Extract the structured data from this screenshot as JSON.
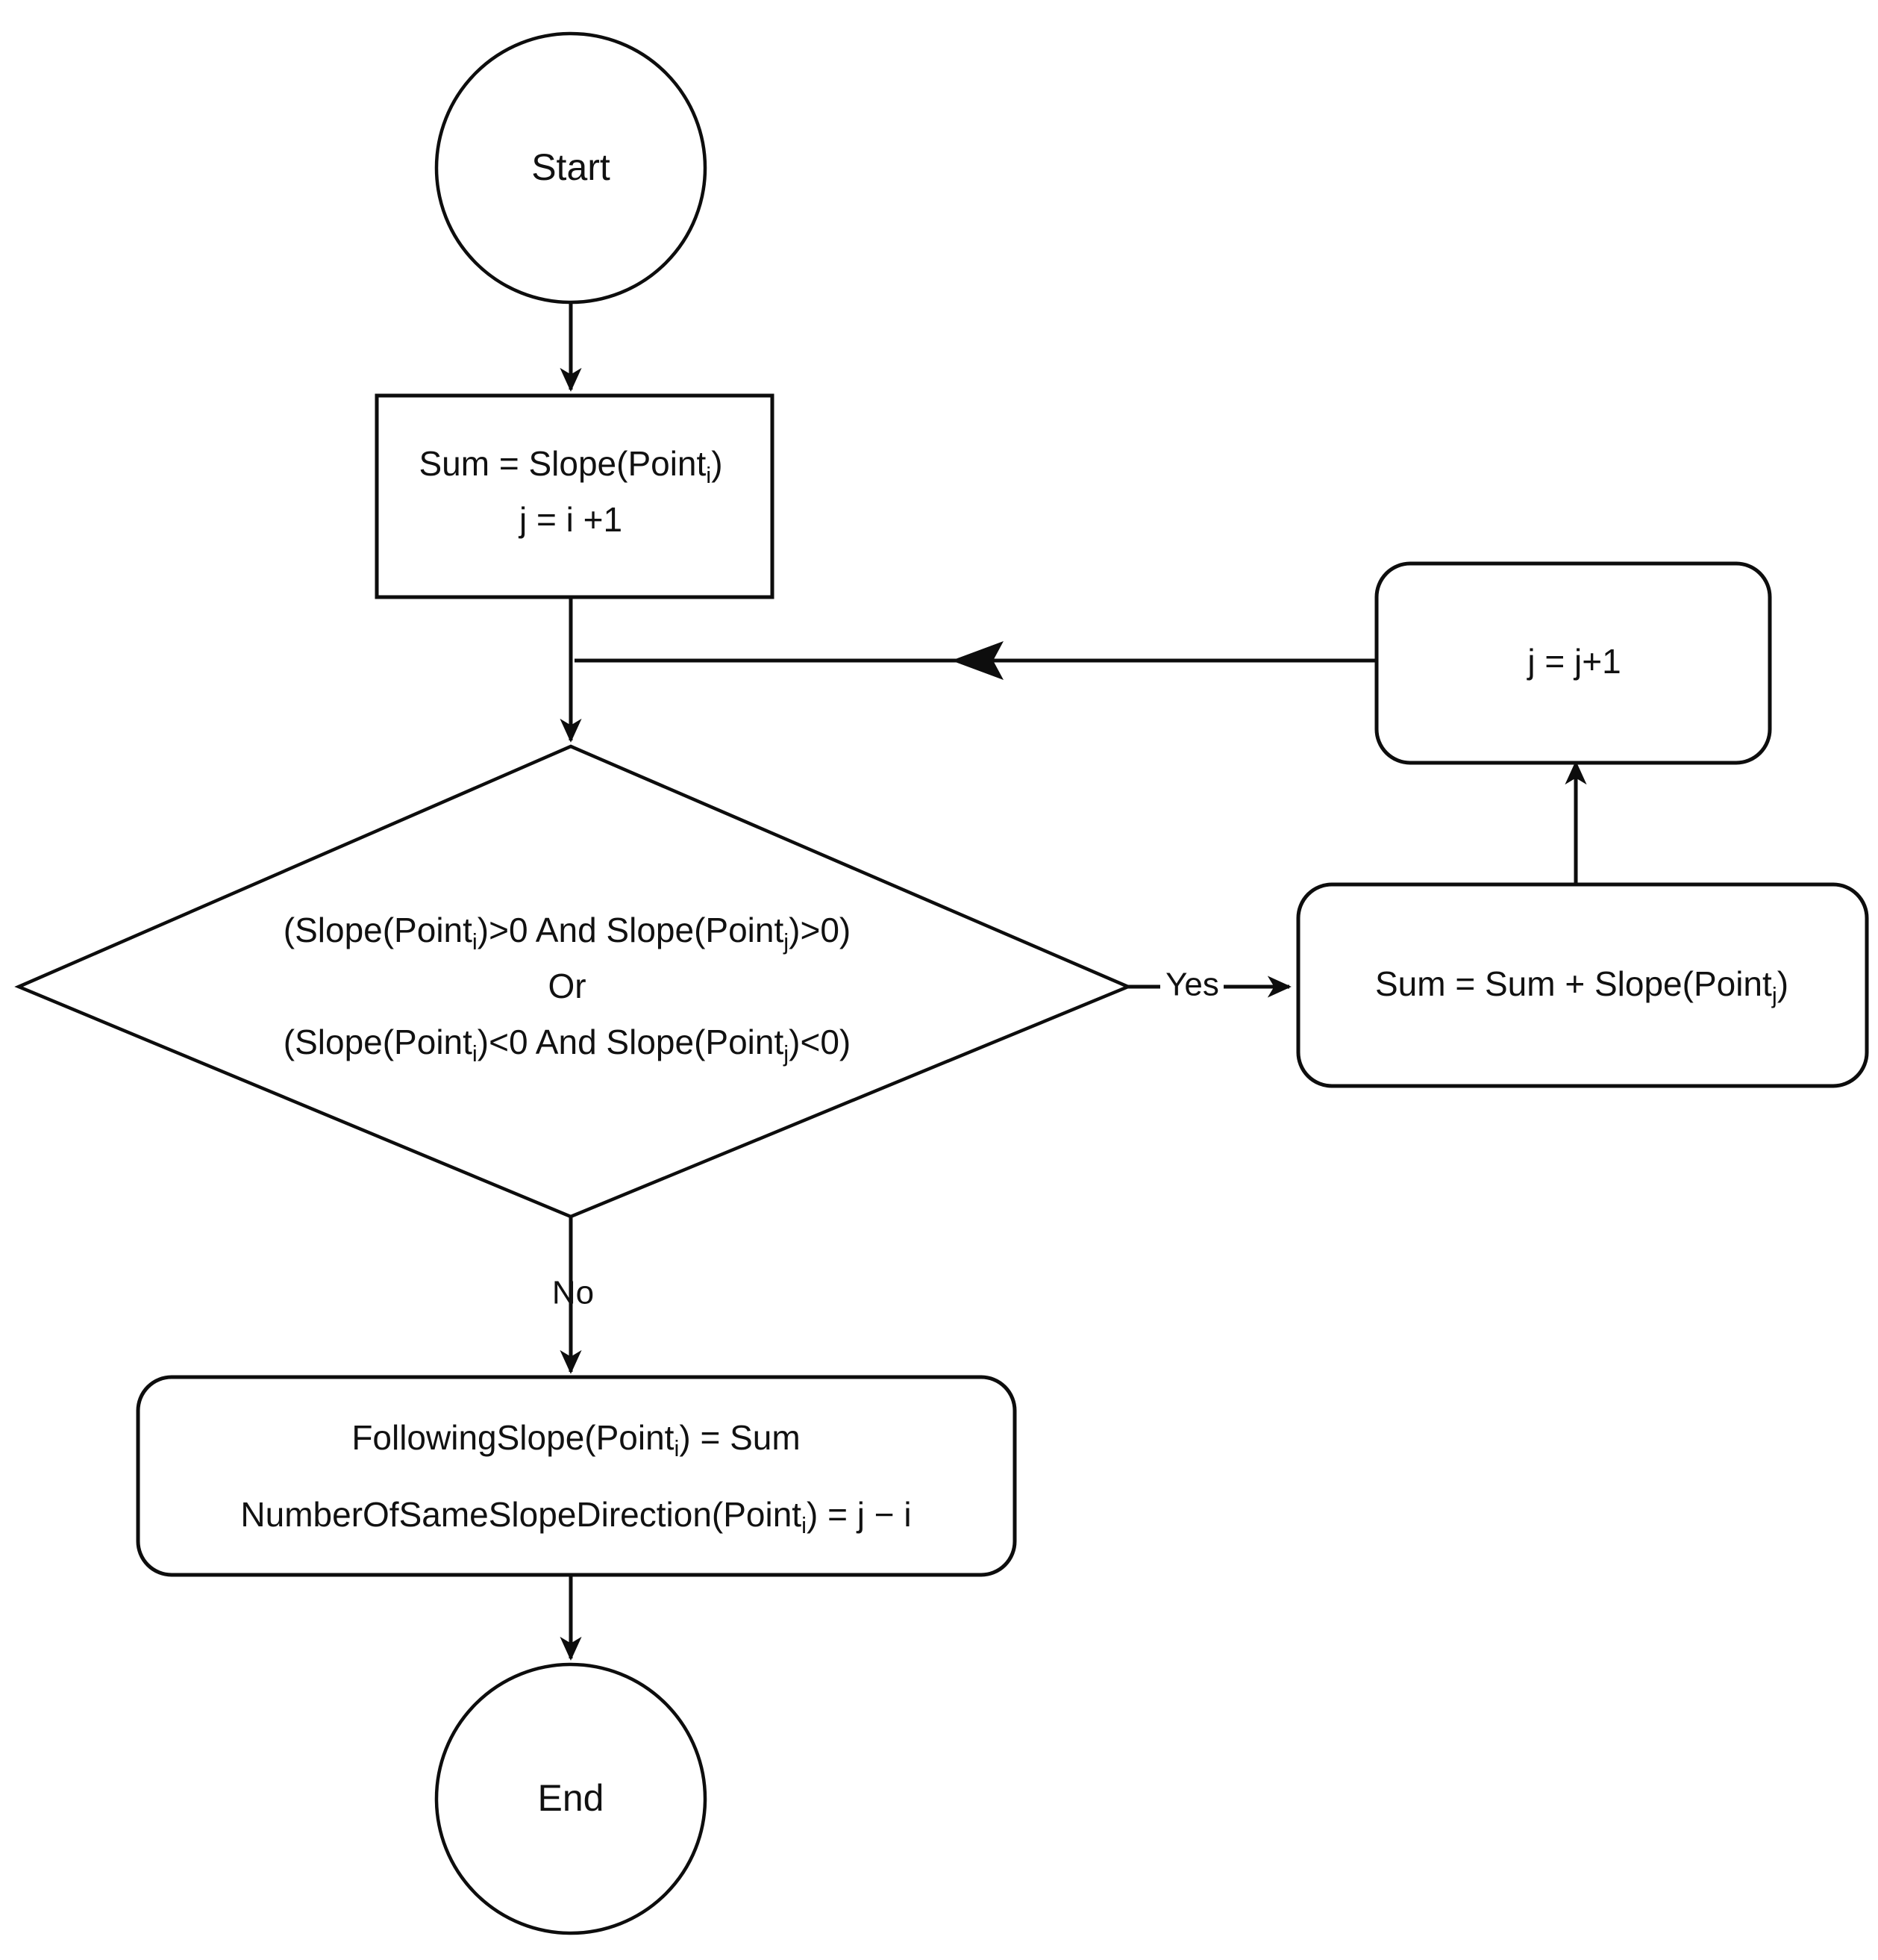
{
  "diagram": {
    "type": "flowchart",
    "title": "",
    "background_color": "#ffffff",
    "line_color": "#0d0d0d",
    "text_color": "#111111",
    "nodes": {
      "start": {
        "shape": "circle",
        "label": "Start"
      },
      "init": {
        "shape": "rectangle",
        "line1_a": "Sum = Slope(Point",
        "line1_sub": "i",
        "line1_b": ")",
        "line2": "j = i +1"
      },
      "increment": {
        "shape": "rounded-rectangle",
        "label": "j = j+1"
      },
      "decision": {
        "shape": "diamond",
        "line1_a": "(Slope(Point",
        "line1_sub1": "i",
        "line1_b": ")>0 And Slope(Point",
        "line1_sub2": "j",
        "line1_c": ")>0)",
        "line2": "Or",
        "line3_a": "(Slope(Point",
        "line3_sub1": "i",
        "line3_b": ")<0 And Slope(Point",
        "line3_sub2": "j",
        "line3_c": ")<0)"
      },
      "accumulate": {
        "shape": "rounded-rectangle",
        "label_a": "Sum = Sum + Slope(Point",
        "label_sub": "j",
        "label_b": ")"
      },
      "result": {
        "shape": "rounded-rectangle",
        "line1_a": "FollowingSlope(Point",
        "line1_sub": "i",
        "line1_b": ") = Sum",
        "line2_a": "NumberOfSameSlopeDirection(Point",
        "line2_sub": "i",
        "line2_b": ") = j − i"
      },
      "end": {
        "shape": "circle",
        "label": "End"
      }
    },
    "edge_labels": {
      "yes": "Yes",
      "no": "No"
    }
  }
}
